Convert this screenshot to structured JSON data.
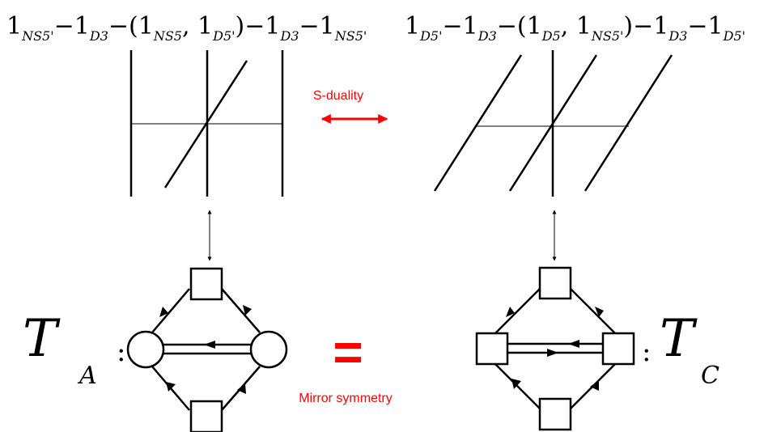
{
  "left_config": {
    "terms": [
      {
        "base": "1",
        "sub": "NS5'"
      },
      {
        "op": "−"
      },
      {
        "base": "1",
        "sub": "D3"
      },
      {
        "op": "−("
      },
      {
        "base": "1",
        "sub": "NS5"
      },
      {
        "op": ", "
      },
      {
        "base": "1",
        "sub": "D5'"
      },
      {
        "op": ")−"
      },
      {
        "base": "1",
        "sub": "D3"
      },
      {
        "op": "−"
      },
      {
        "base": "1",
        "sub": "NS5'"
      }
    ]
  },
  "right_config": {
    "terms": [
      {
        "base": "1",
        "sub": "D5'"
      },
      {
        "op": "−"
      },
      {
        "base": "1",
        "sub": "D3"
      },
      {
        "op": "−("
      },
      {
        "base": "1",
        "sub": "D5"
      },
      {
        "op": ", "
      },
      {
        "base": "1",
        "sub": "NS5'"
      },
      {
        "op": ")−"
      },
      {
        "base": "1",
        "sub": "D3"
      },
      {
        "op": "−"
      },
      {
        "base": "1",
        "sub": "D5'"
      }
    ]
  },
  "s_duality_label": "S-duality",
  "mirror_label": "Mirror symmetry",
  "equals_sign": "=",
  "theory_left": {
    "symbol": "T",
    "sub": "A",
    "colon": ":"
  },
  "theory_right": {
    "symbol": "T",
    "sub": "C",
    "colon": ":"
  },
  "colors": {
    "accent": "#ff0000",
    "ink": "#000000",
    "d3_line": "#808080"
  }
}
